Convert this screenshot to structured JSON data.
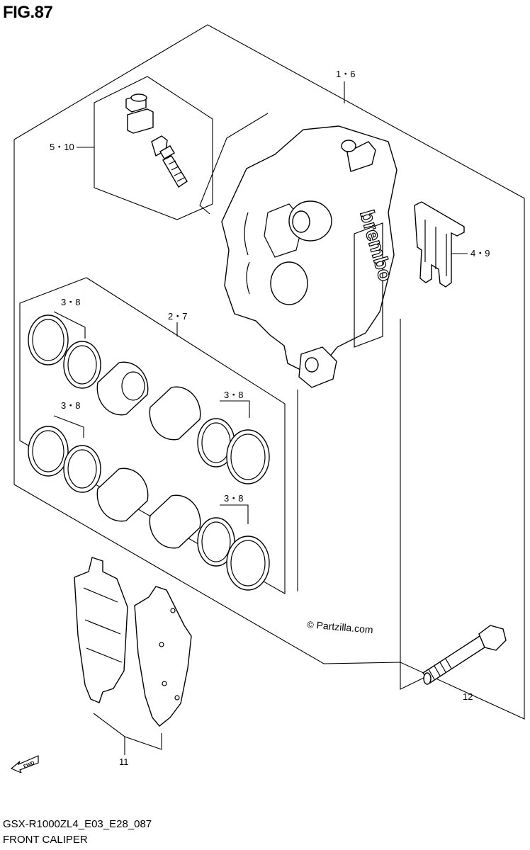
{
  "figure": {
    "title": "FIG.87"
  },
  "footer": {
    "model_code": "GSX-R1000ZL4_E03_E28_087",
    "part_group": "FRONT CALIPER"
  },
  "watermark": {
    "symbol": "©",
    "text": "Partzilla.com"
  },
  "callouts": {
    "caliper_assy": "1・6",
    "bleeder_set": "5・10",
    "spring_clip": "4・9",
    "piston_set": "2・7",
    "seal_a": "3・8",
    "seal_b": "3・8",
    "seal_c": "3・8",
    "seal_d": "3・8",
    "pad_set": "11",
    "bolt": "12"
  },
  "brand_marking": "brembo",
  "fwd_marker": "FWD"
}
